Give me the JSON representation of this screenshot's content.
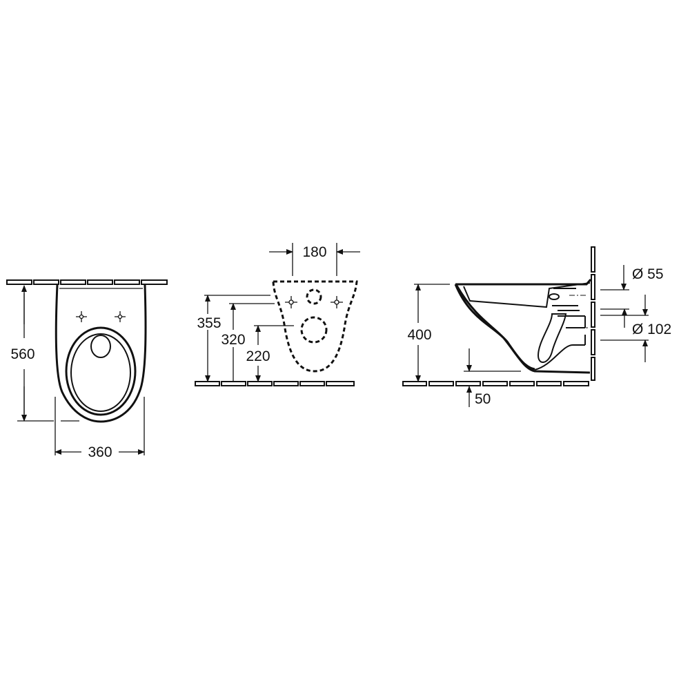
{
  "front_view": {
    "height_label": "560",
    "width_label": "360"
  },
  "rear_view": {
    "bolt_spacing_label": "180",
    "height_355_label": "355",
    "height_320_label": "320",
    "height_220_label": "220"
  },
  "side_view": {
    "rim_height_label": "400",
    "offset_label": "50",
    "inlet_diameter_label": "Ø 55",
    "outlet_diameter_label": "Ø 102"
  },
  "colors": {
    "line": "#111111",
    "background": "#ffffff"
  }
}
